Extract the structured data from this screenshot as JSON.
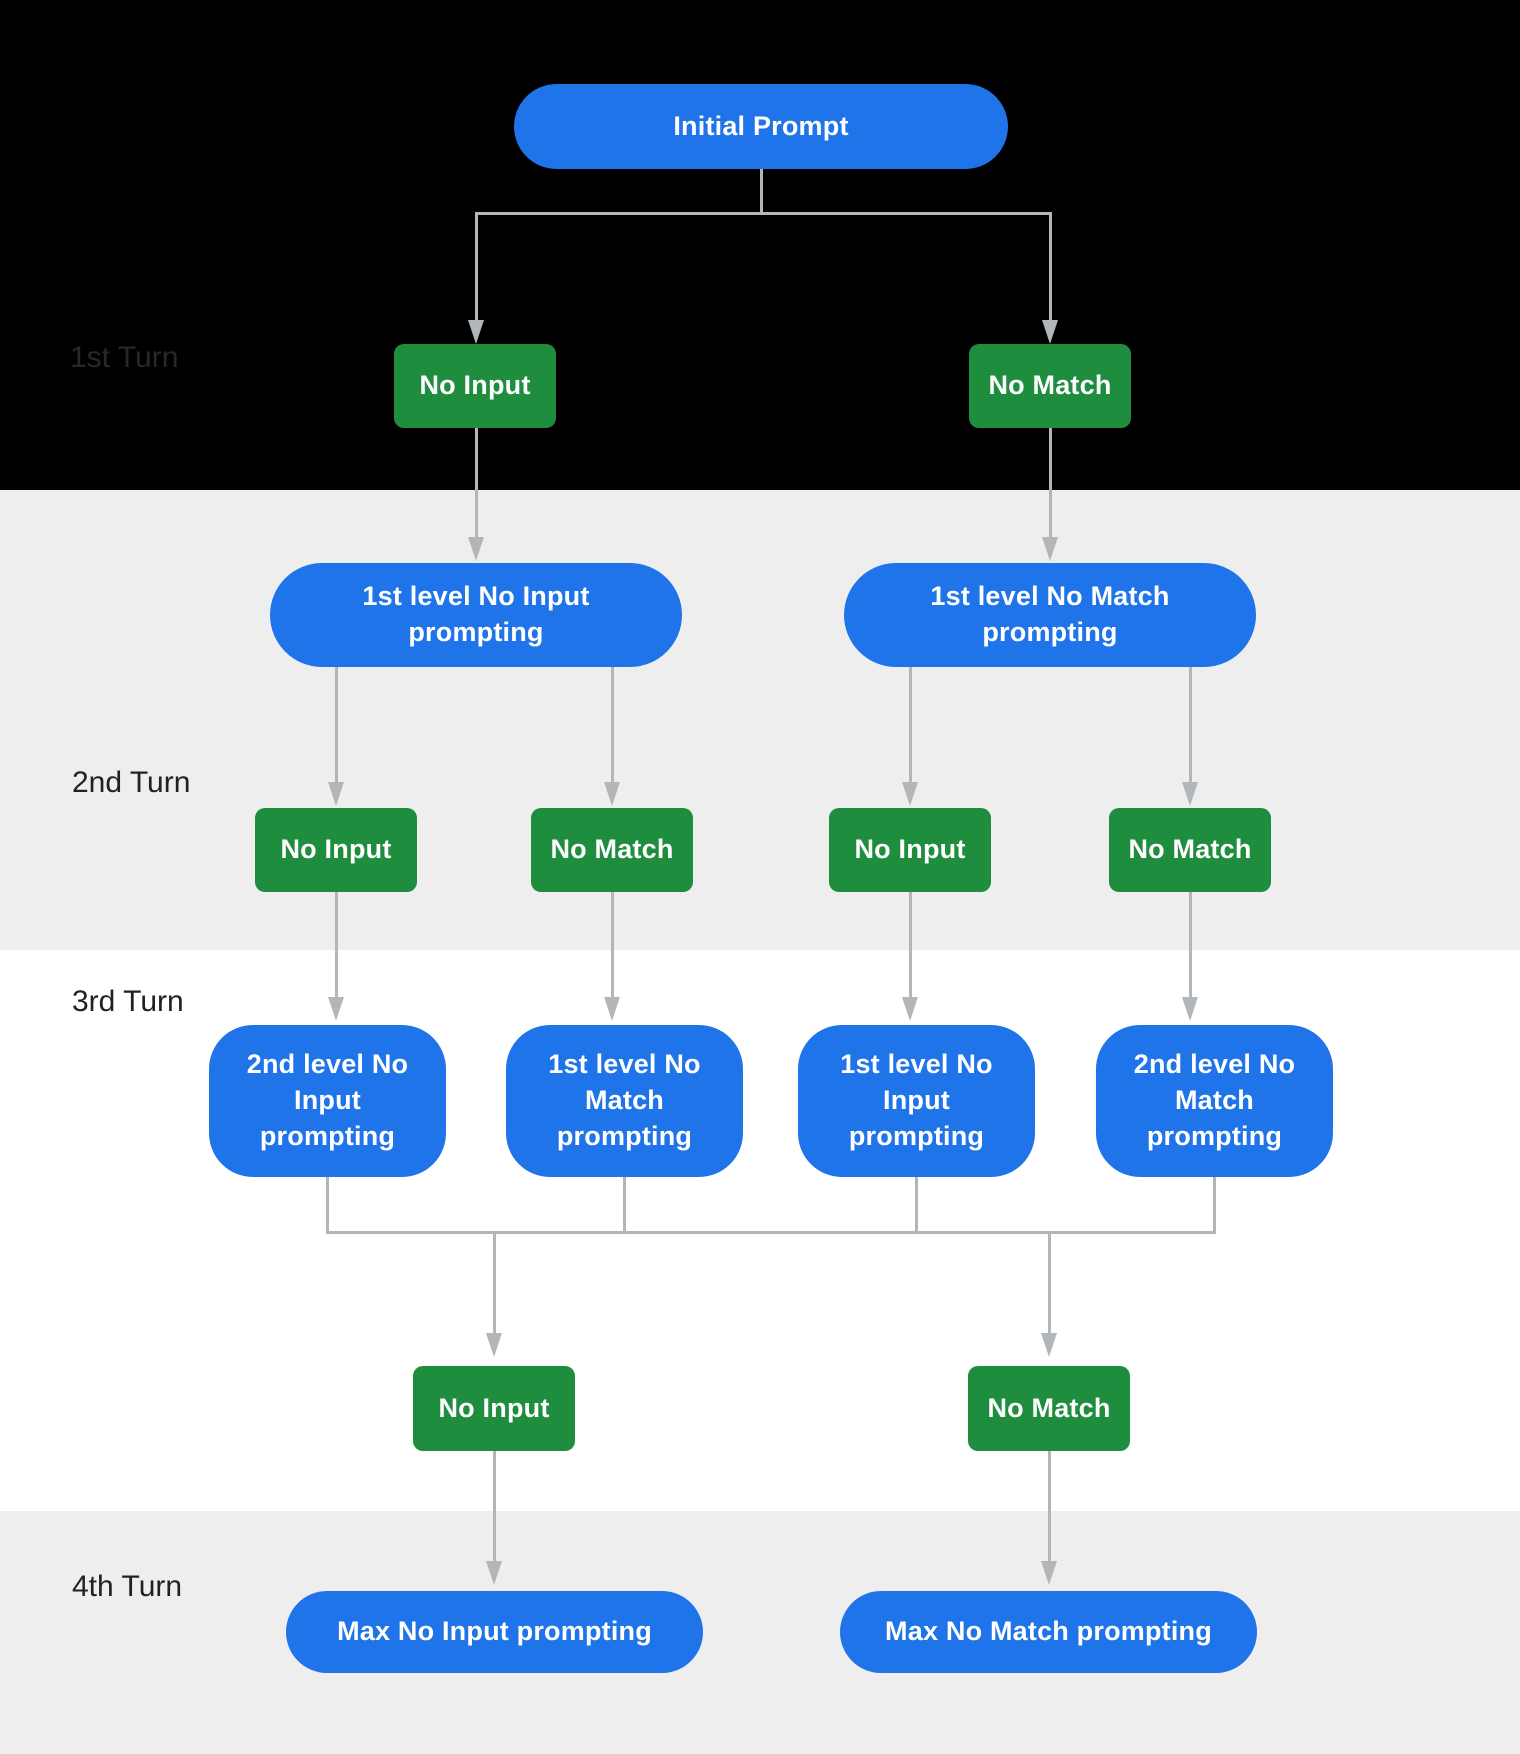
{
  "colors": {
    "blue": "#1e74e8",
    "green": "#1e8e3e",
    "line": "#b3b6b9",
    "band_dark": "#000000",
    "band_gray": "#eeeeef",
    "label_dark": "#202124",
    "label_on_dark": "#26282b",
    "node_text": "#ffffff"
  },
  "turn_labels": {
    "turn1": "1st Turn",
    "turn2": "2nd Turn",
    "turn3": "3rd Turn",
    "turn4": "4th Turn"
  },
  "nodes": {
    "initial_prompt": "Initial Prompt",
    "no_input": "No Input",
    "no_match": "No Match",
    "first_level_no_input": "1st level No Input prompting",
    "first_level_no_match": "1st level No Match prompting",
    "second_level_no_input": "2nd level No Input prompting",
    "second_level_no_match": "2nd level No Match prompting",
    "max_no_input": "Max No Input prompting",
    "max_no_match": "Max No Match prompting"
  },
  "flow": {
    "turn1": {
      "label": "1st Turn",
      "branches_from": "Initial Prompt",
      "events": [
        "No Input",
        "No Match"
      ]
    },
    "turn2": {
      "label": "2nd Turn",
      "prompts": [
        "1st level No Input prompting",
        "1st level No Match prompting"
      ],
      "events": [
        "No Input",
        "No Match",
        "No Input",
        "No Match"
      ]
    },
    "turn3": {
      "label": "3rd Turn",
      "prompts": [
        "2nd level No Input prompting",
        "1st level No Match prompting",
        "1st level No Input prompting",
        "2nd level No Match prompting"
      ],
      "merged_events": [
        "No Input",
        "No Match"
      ]
    },
    "turn4": {
      "label": "4th Turn",
      "prompts": [
        "Max No Input prompting",
        "Max No Match prompting"
      ]
    }
  }
}
